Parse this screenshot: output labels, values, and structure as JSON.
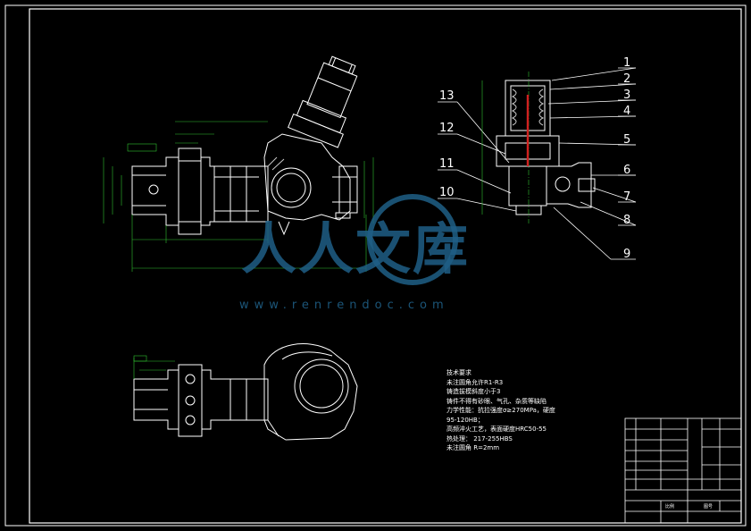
{
  "watermark": {
    "brand_cn": "人人文库",
    "url": "www.renrendoc.com",
    "color": "#1f5f86"
  },
  "callouts": [
    "1",
    "2",
    "3",
    "4",
    "5",
    "6",
    "7",
    "8",
    "9",
    "10",
    "11",
    "12",
    "13"
  ],
  "technical_requirements": {
    "title": "技术要求",
    "lines": [
      "未注圆角允许R1-R3",
      "铸造拔模斜度小于3",
      "铸件不得有砂眼、气孔、杂质等缺陷",
      "力学性能：抗拉强度σ≥270MPa，硬度",
      "95-120HB；",
      "高频淬火工艺，表面硬度HRC50-55",
      "热处理：          217-255HBS",
      "未注圆角          R=2mm"
    ]
  },
  "title_block": {
    "label_a": "比例",
    "label_b": "图号"
  },
  "colors": {
    "line": "#ffffff",
    "dim": "#30c030",
    "accent_red": "#d02020",
    "section": "#c8c8c8"
  }
}
